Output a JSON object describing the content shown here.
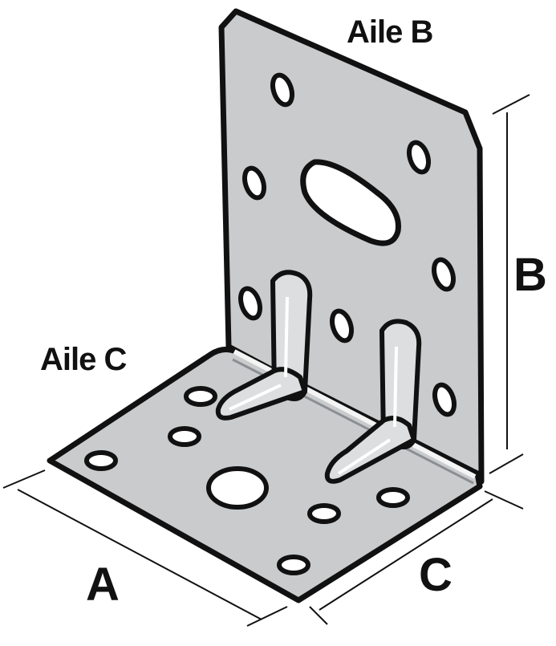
{
  "labels": {
    "flange_b": "Aile B",
    "flange_c": "Aile C",
    "dim_a": "A",
    "dim_b": "B",
    "dim_c": "C"
  },
  "colors": {
    "metal": "#c9cbcd",
    "metal_shadow": "#a9acaf",
    "stiffener_light": "#dcdedf",
    "outline": "#111111",
    "hole_fill": "#ffffff",
    "background": "#ffffff"
  },
  "parts": [
    "flange-b-vertical-plate",
    "flange-c-horizontal-plate",
    "two-embossed-stiffening-ribs",
    "oblong-slot",
    "round-holes",
    "large-round-hole"
  ]
}
